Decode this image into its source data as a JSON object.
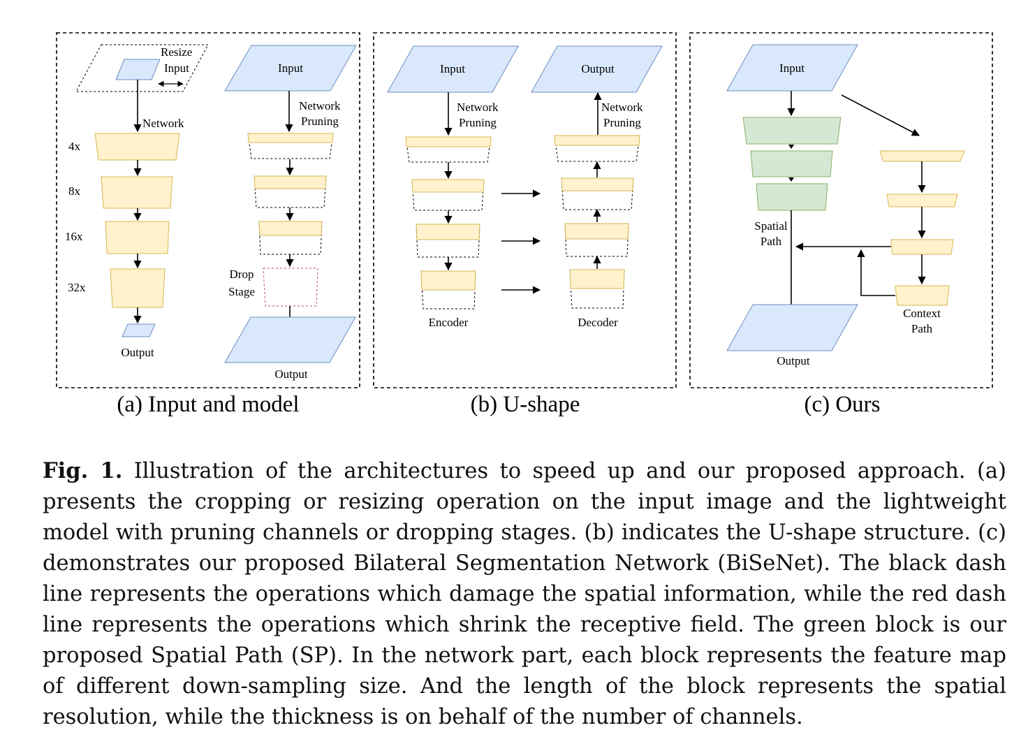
{
  "panel_a": {
    "resize": "Resize",
    "input_small": "Input",
    "network": "Network",
    "scales": [
      "4x",
      "8x",
      "16x",
      "32x"
    ],
    "output_left": "Output",
    "input": "Input",
    "pruning": [
      "Network",
      "Pruning"
    ],
    "drop": [
      "Drop",
      "Stage"
    ],
    "output_right": "Output"
  },
  "panel_b": {
    "input": "Input",
    "output": "Output",
    "pruning_left": [
      "Network",
      "Pruning"
    ],
    "pruning_right": [
      "Network",
      "Pruning"
    ],
    "encoder": "Encoder",
    "decoder": "Decoder"
  },
  "panel_c": {
    "input": "Input",
    "spatial_path": [
      "Spatial",
      "Path"
    ],
    "context_path": [
      "Context",
      "Path"
    ],
    "output": "Output"
  },
  "subcaptions": {
    "a": "(a) Input and model",
    "b": "(b) U-shape",
    "c": "(c) Ours"
  },
  "caption": {
    "label": "Fig. 1.",
    "text": "Illustration of the architectures to speed up and our proposed approach. (a) presents the cropping or resizing operation on the input image and the lightweight model with pruning channels or dropping stages. (b) indicates the U-shape structure. (c) demonstrates our proposed Bilateral Segmentation Network (BiSeNet). The black dash line represents the operations which damage the spatial information, while the red dash line represents the operations which shrink the receptive field. The green block is our proposed Spatial Path (SP). In the network part, each block represents the feature map of different down-sampling size. And the length of the block represents the spatial resolution, while the thickness is on behalf of the number of channels."
  },
  "colors": {
    "input_fill": "#dae8fc",
    "input_stroke": "#6c8ebf",
    "block_fill": "#fff2cc",
    "block_stroke": "#d6b656",
    "spatial_fill": "#d5e8d4",
    "spatial_stroke": "#82b366",
    "drop_dash": "#b85450"
  }
}
